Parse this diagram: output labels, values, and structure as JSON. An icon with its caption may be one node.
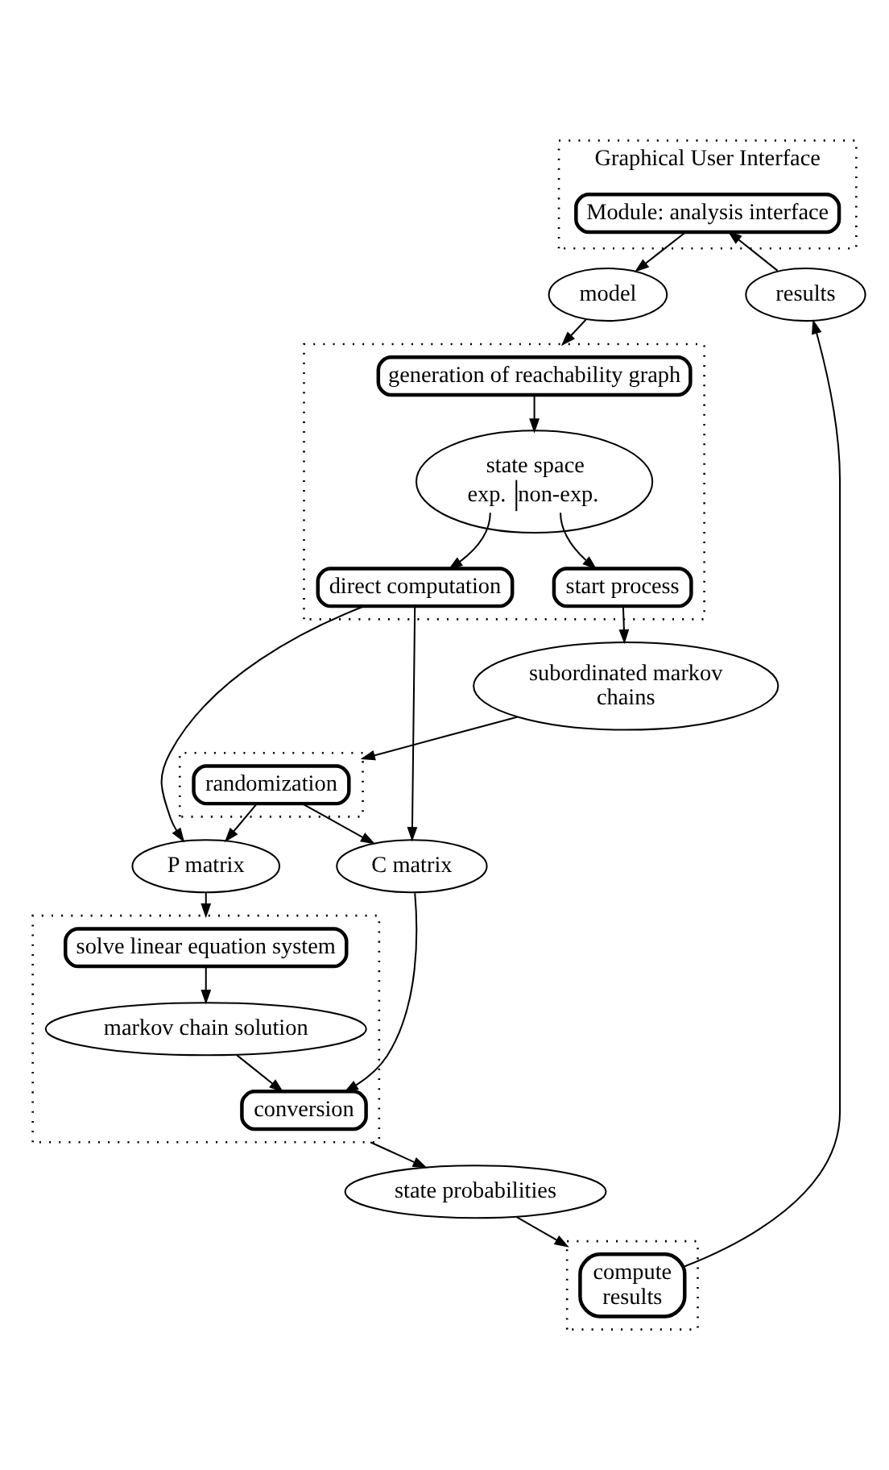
{
  "diagram": {
    "nodes": [
      {
        "text": [
          "Graphical User Interface"
        ]
      },
      {
        "text": [
          "Module: analysis interface"
        ],
        "in": 0
      },
      {
        "text": [
          "model"
        ]
      },
      {
        "text": [
          "results"
        ]
      },
      {
        "text": [],
        "shape": "box"
      },
      {
        "text": [
          "generation of reachability graph"
        ],
        "in": 4
      },
      {
        "text": [
          "state space",
          "exp.",
          "non-exp."
        ],
        "in": 4
      },
      {
        "text": [
          "direct computation"
        ],
        "in": 4
      },
      {
        "text": [
          "start process"
        ],
        "in": 4
      },
      {
        "text": [
          "subordinated markov chains"
        ]
      },
      {
        "text": [],
        "shape": "box"
      },
      {
        "text": [
          "randomization"
        ],
        "in": 10
      },
      {
        "text": [
          "C matrix"
        ]
      },
      {
        "text": [
          "P matrix"
        ]
      },
      {
        "text": [],
        "shape": "box"
      },
      {
        "text": [
          "solve linear equation system"
        ],
        "in": 14
      },
      {
        "text": [
          "markov chain solution"
        ],
        "in": 14
      },
      {
        "text": [
          "conversion"
        ],
        "in": 14
      },
      {
        "text": [
          "state probabilities"
        ]
      },
      {
        "text": [],
        "shape": "box"
      },
      {
        "text": [
          "compute results"
        ],
        "in": 19
      }
    ],
    "edges": [
      {
        "from": 1,
        "to": 2,
        "arrow": "to"
      },
      {
        "from": 3,
        "to": 1,
        "arrow": "to"
      },
      {
        "from": 2,
        "to": 4,
        "arrow": "to"
      },
      {
        "from": 5,
        "to": 6,
        "arrow": "to"
      },
      {
        "from": 6,
        "to": 7,
        "arrow": "to"
      },
      {
        "from": 6,
        "to": 8,
        "arrow": "to"
      },
      {
        "from": 8,
        "to": 9,
        "arrow": "to"
      },
      {
        "from": 9,
        "to": 10,
        "arrow": "to"
      },
      {
        "from": 7,
        "to": 12,
        "arrow": "to"
      },
      {
        "from": 7,
        "to": 13,
        "arrow": "to"
      },
      {
        "from": 11,
        "to": 12,
        "arrow": "to"
      },
      {
        "from": 11,
        "to": 13,
        "arrow": "to"
      },
      {
        "from": 13,
        "to": 14,
        "arrow": "to"
      },
      {
        "from": 15,
        "to": 16,
        "arrow": "to"
      },
      {
        "from": 16,
        "to": 17,
        "arrow": "to"
      },
      {
        "from": 12,
        "to": 17,
        "arrow": "to"
      },
      {
        "from": 14,
        "to": 18,
        "arrow": "to"
      },
      {
        "from": 18,
        "to": 19,
        "arrow": "to"
      },
      {
        "from": 20,
        "to": 3,
        "arrow": "to"
      }
    ]
  }
}
